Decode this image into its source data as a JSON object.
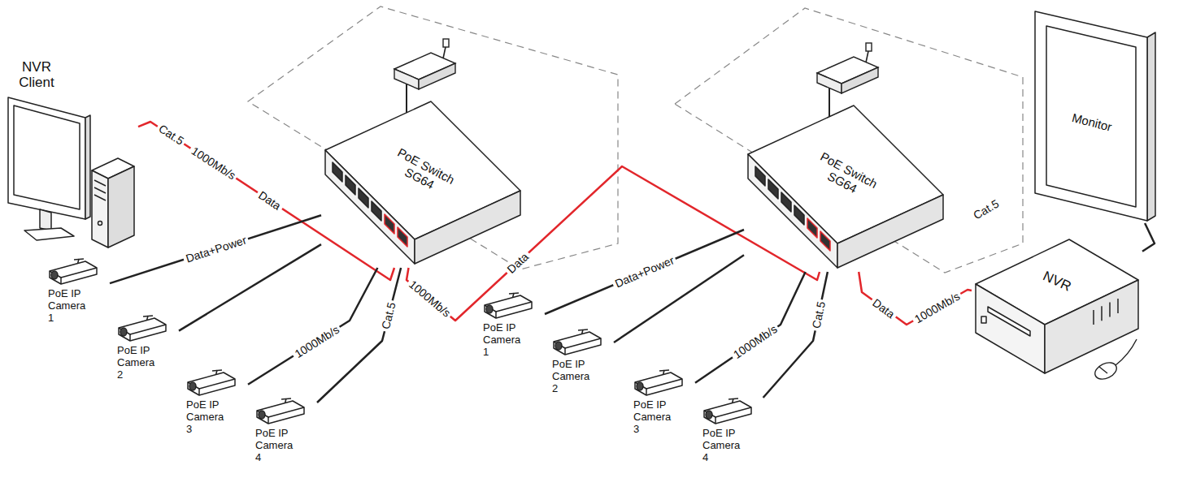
{
  "diagram": {
    "nodes": [
      {
        "text": [
          "NVR Client"
        ]
      },
      {
        "text": [
          "PoE Switch SG64"
        ]
      },
      {
        "text": [
          "PoE IP Camera 1"
        ]
      },
      {
        "text": [
          "PoE IP Camera 2"
        ]
      },
      {
        "text": [
          "PoE IP Camera 3"
        ]
      },
      {
        "text": [
          "PoE IP Camera 4"
        ]
      },
      {
        "text": [
          "PoE Switch SG64"
        ]
      },
      {
        "text": [
          "PoE IP Camera 1"
        ]
      },
      {
        "text": [
          "PoE IP Camera 2"
        ]
      },
      {
        "text": [
          "PoE IP Camera 3"
        ]
      },
      {
        "text": [
          "PoE IP Camera 4"
        ]
      },
      {
        "text": [
          "Monitor"
        ]
      },
      {
        "text": [
          "NVR"
        ]
      }
    ],
    "edges": [
      {
        "from": 0,
        "to": 1,
        "arrow": "none",
        "label": "Data"
      },
      {
        "from": 1,
        "to": 2,
        "arrow": "none",
        "label": "Data+Power"
      },
      {
        "from": 1,
        "to": 3,
        "arrow": "none"
      },
      {
        "from": 1,
        "to": 4,
        "arrow": "none",
        "label": "1000Mb/s"
      },
      {
        "from": 1,
        "to": 5,
        "arrow": "none",
        "label": "Cat.5"
      },
      {
        "from": 1,
        "to": 6,
        "arrow": "none",
        "label": "Data"
      },
      {
        "from": 6,
        "to": 7,
        "arrow": "none",
        "label": "Data+Power"
      },
      {
        "from": 6,
        "to": 8,
        "arrow": "none"
      },
      {
        "from": 6,
        "to": 9,
        "arrow": "none",
        "label": "1000Mb/s"
      },
      {
        "from": 6,
        "to": 10,
        "arrow": "none",
        "label": "Cat.5"
      },
      {
        "from": 6,
        "to": 12,
        "arrow": "none",
        "label": "Data"
      },
      {
        "from": 12,
        "to": 11,
        "arrow": "none"
      }
    ],
    "labels": [
      "Cat.5",
      "1000Mb/s",
      "1000Mb/s",
      "1000Mb/s",
      "Cat.5"
    ]
  }
}
